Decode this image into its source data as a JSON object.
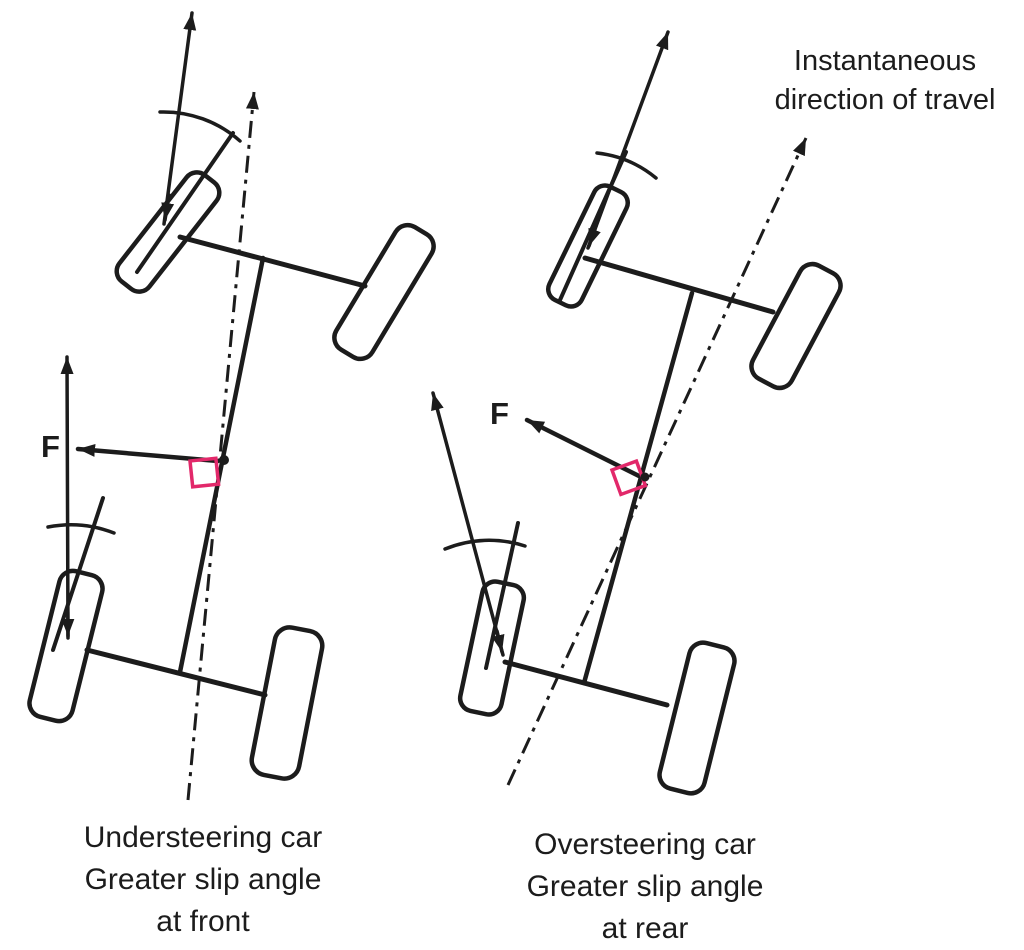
{
  "figure": {
    "background": "#ffffff",
    "ink_color": "#1c1c1c",
    "accent_pink": "#e2286a",
    "annotation": {
      "line1": "Instantaneous",
      "line2": "direction of travel"
    },
    "cars": [
      {
        "id": "understeering",
        "force_label": "F",
        "caption_line1": "Understeering car",
        "caption_line2": "Greater slip angle",
        "caption_line3": "at front"
      },
      {
        "id": "oversteering",
        "force_label": "F",
        "caption_line1": "Oversteering car",
        "caption_line2": "Greater slip angle",
        "caption_line3": "at rear"
      }
    ]
  }
}
